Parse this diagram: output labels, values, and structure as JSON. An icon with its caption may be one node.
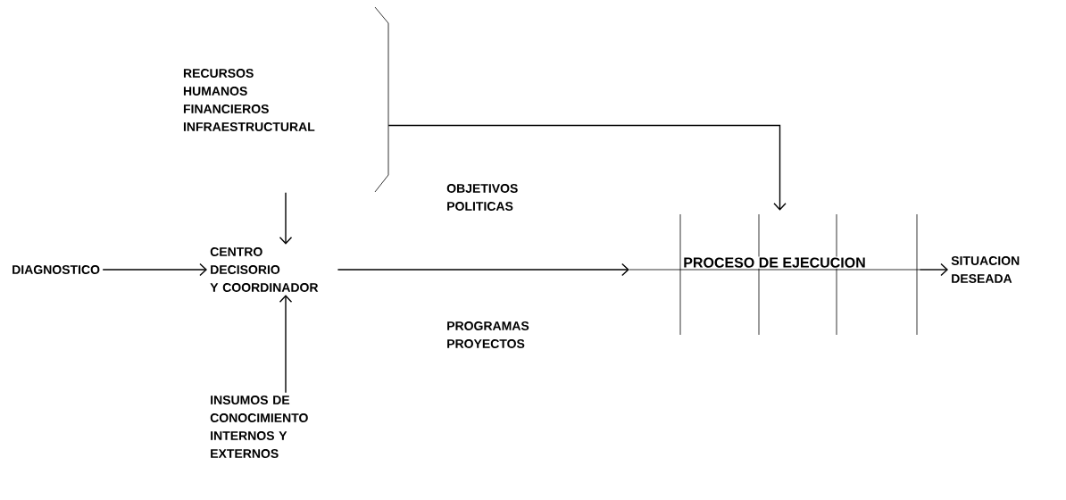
{
  "diagram": {
    "nodes": [
      {
        "text": [
          "RECURSOS HUMANOS FINANCIEROS INFRAESTRUCTURAL"
        ]
      },
      {
        "text": [
          "DIAGNOSTICO"
        ]
      },
      {
        "text": [
          "CENTRO DECISORIO Y COORDINADOR"
        ]
      },
      {
        "text": [
          "INSUMOS DE CONOCIMIENTO INTERNOS Y EXTERNOS"
        ]
      },
      {
        "text": [
          "PROCESO DE EJECUCION"
        ]
      },
      {
        "text": [
          "SITUACION DESEADA"
        ]
      }
    ],
    "edges": [
      {
        "from": 0,
        "to": 2,
        "arrow": "to"
      },
      {
        "from": 1,
        "to": 2,
        "arrow": "to"
      },
      {
        "from": 3,
        "to": 2,
        "arrow": "to"
      },
      {
        "from": 2,
        "to": 4,
        "arrow": "to"
      },
      {
        "from": 0,
        "to": 4,
        "arrow": "to"
      },
      {
        "from": 4,
        "to": 5,
        "arrow": "to"
      }
    ],
    "labels": [
      "OBJETIVOS POLITICAS",
      "PROGRAMAS PROYECTOS"
    ]
  }
}
